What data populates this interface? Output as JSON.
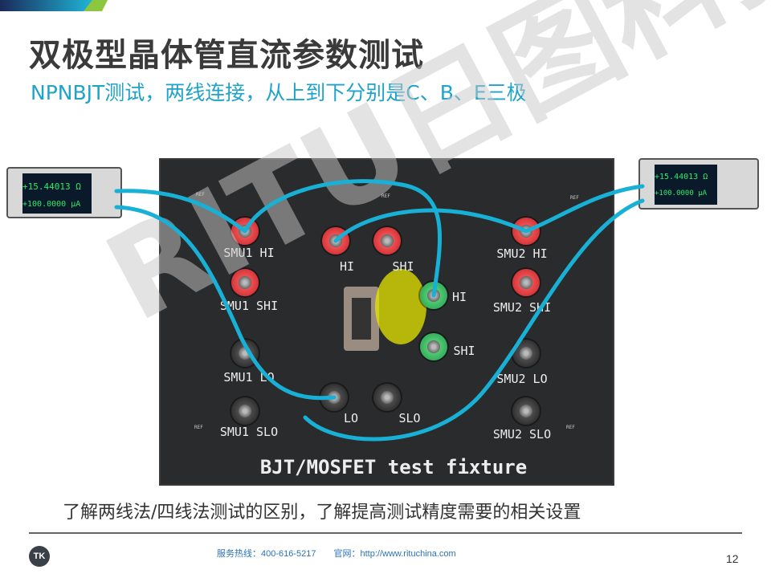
{
  "title": "双极型晶体管直流参数测试",
  "subtitle": "NPNBJT测试，两线连接，从上到下分别是C、B、E三极",
  "watermark": "RITU日图科技",
  "fixture": {
    "name": "BJT/MOSFET test fixture",
    "ref_label": "REF",
    "terminals": [
      "SMU1 HI",
      "SMU1 SHI",
      "SMU1 LO",
      "SMU1 SLO",
      "HI",
      "SHI",
      "HI",
      "SHI",
      "LO",
      "SLO",
      "SMU2 HI",
      "SMU2 SHI",
      "SMU2 LO",
      "SMU2 SLO"
    ]
  },
  "instruments": [
    {
      "reading": "+15.44013 Ω",
      "source": "+100.0000 μA"
    },
    {
      "reading": "+15.44013 Ω",
      "source": "+100.0000 μA"
    }
  ],
  "bottom_note": "了解两线法/四线法测试的区别，了解提高测试精度需要的相关设置",
  "footer": {
    "contact": "服务热线：400-616-5217　　官网：http://www.rituchina.com",
    "page": "12",
    "logo": "TK"
  },
  "colors": {
    "accent": "#1fa3c8",
    "cable": "#19b0d6",
    "green_bar": "#8dc63f"
  }
}
